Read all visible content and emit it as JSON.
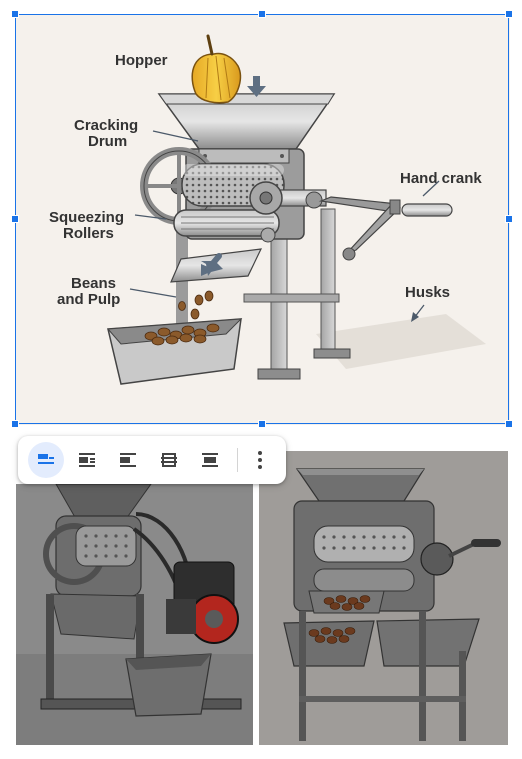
{
  "illustration": {
    "labels": {
      "hopper": "Hopper",
      "cracking_drum_1": "Cracking",
      "cracking_drum_2": "Drum",
      "squeezing_rollers_1": "Squeezing",
      "squeezing_rollers_2": "Rollers",
      "beans_and_pulp_1": "Beans",
      "beans_and_pulp_2": "and Pulp",
      "hand_crank": "Hand crank",
      "husks": "Husks"
    }
  },
  "toolbar": {
    "icons": [
      "wrap-inline-icon",
      "wrap-text-icon",
      "break-text-icon",
      "behind-text-icon",
      "in-front-of-text-icon",
      "more-options-icon"
    ],
    "active_index": 0
  },
  "colors": {
    "selection": "#1a73e8",
    "active_button_bg": "#e3ecfd",
    "illustration_bg": "#f5f1ec"
  }
}
